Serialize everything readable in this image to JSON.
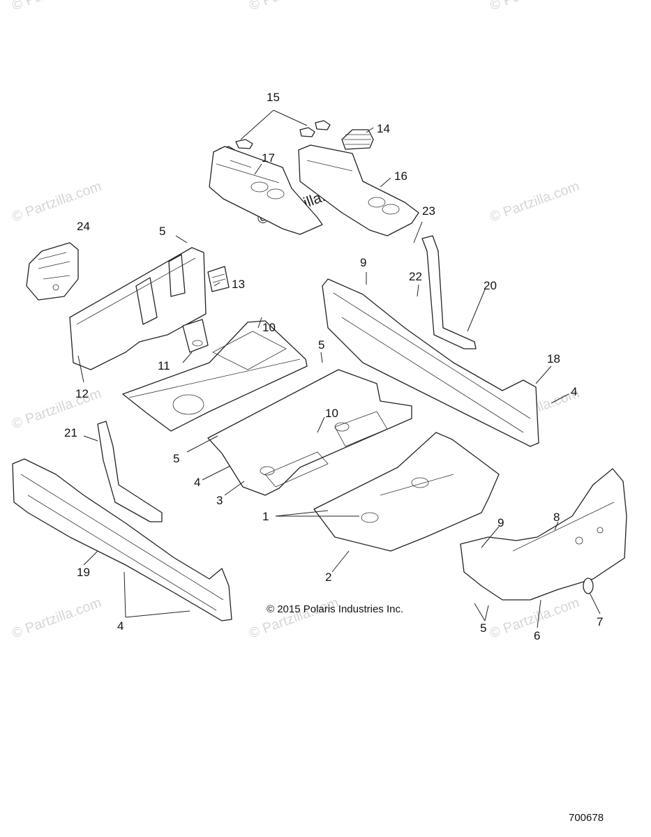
{
  "watermark": "© Partzilla.com",
  "copyright": "© 2015 Polaris Industries Inc.",
  "document_number": "700678",
  "callouts": [
    "1",
    "2",
    "3",
    "4",
    "5",
    "6",
    "7",
    "8",
    "9",
    "10",
    "11",
    "12",
    "13",
    "14",
    "15",
    "16",
    "17",
    "18",
    "19",
    "20",
    "21",
    "22",
    "23",
    "24"
  ],
  "labels": {
    "c15": "15",
    "c14": "14",
    "c17": "17",
    "c16": "16",
    "c23": "23",
    "c24": "24",
    "c5a": "5",
    "c13": "13",
    "c9a": "9",
    "c22": "22",
    "c20": "20",
    "c10a": "10",
    "c5b": "5",
    "c18": "18",
    "c4a": "4",
    "c11": "11",
    "c12": "12",
    "c10b": "10",
    "c21": "21",
    "c5c": "5",
    "c4b": "4",
    "c3": "3",
    "c1": "1",
    "c9b": "9",
    "c8": "8",
    "c2": "2",
    "c19": "19",
    "c4c": "4",
    "c5d": "5",
    "c6": "6",
    "c7": "7"
  }
}
